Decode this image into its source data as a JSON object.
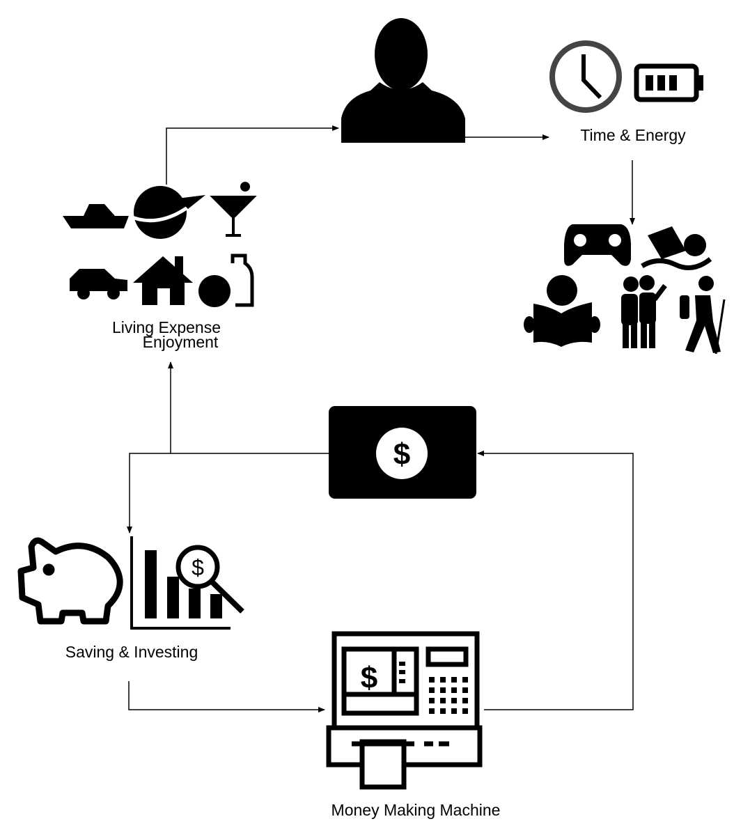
{
  "nodes": {
    "person": {
      "label": ""
    },
    "time_energy": {
      "label": "Time & Energy"
    },
    "living_expense": {
      "label": "Living Expense",
      "label2": "Enjoyment"
    },
    "money": {
      "symbol": "$"
    },
    "saving": {
      "label": "Saving & Investing",
      "symbol": "$"
    },
    "machine": {
      "label": "Money Making Machine",
      "symbol": "$"
    }
  },
  "colors": {
    "ink": "#000000",
    "clock_ring": "#444444",
    "background": "#ffffff"
  }
}
